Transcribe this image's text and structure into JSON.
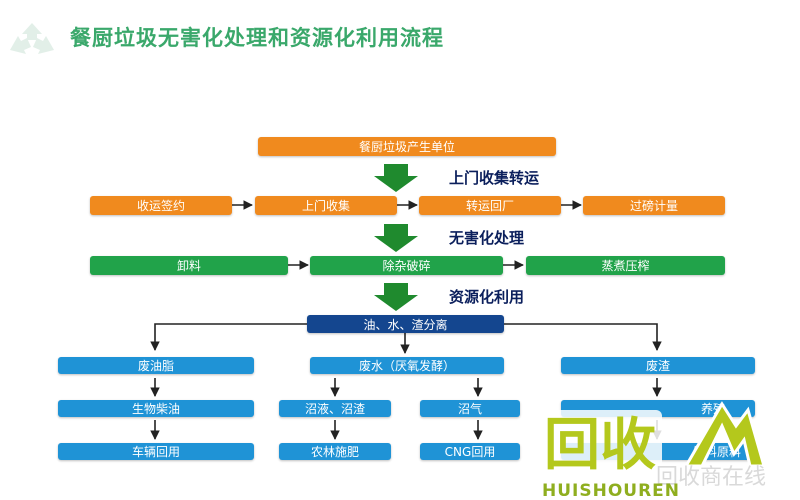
{
  "title": "餐厨垃圾无害化处理和资源化利用流程",
  "icons": {
    "recycle": "recycle-icon",
    "arrow": "big-down-arrow-icon"
  },
  "colors": {
    "orange": "#f08a1e",
    "green": "#21a34a",
    "blue": "#1f93d6",
    "navy": "#14468f",
    "title": "#3aa86b",
    "stage": "#0b1f5c"
  },
  "flow": {
    "source": "餐厨垃圾产生单位",
    "stage1": {
      "label": "上门收集转运",
      "steps": [
        "收运签约",
        "上门收集",
        "转运回厂",
        "过磅计量"
      ]
    },
    "stage2": {
      "label": "无害化处理",
      "steps": [
        "卸料",
        "除杂破碎",
        "蒸煮压榨"
      ]
    },
    "stage3": {
      "label": "资源化利用",
      "separation": "油、水、渣分离",
      "branches": {
        "oil": {
          "label": "废油脂",
          "next": "生物柴油",
          "end": "车辆回用"
        },
        "water": {
          "label": "废水（厌氧发酵）",
          "left": {
            "label": "沼液、沼渣",
            "end": "农林施肥"
          },
          "right": {
            "label": "沼气",
            "end": "CNG回用"
          }
        },
        "residue": {
          "label": "废渣",
          "next": "养殖",
          "end": "饲料原料"
        }
      }
    }
  },
  "watermark": {
    "main": "回收",
    "sub": "HUISHOUREN",
    "behind": "回收商在线"
  }
}
